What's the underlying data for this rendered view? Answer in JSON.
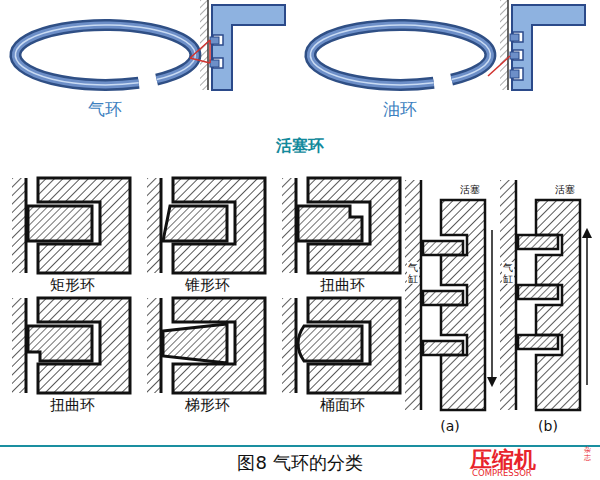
{
  "diagram": {
    "title": "活塞环",
    "caption": "图8 气环的分类",
    "labels": [
      "气环",
      "油环",
      "矩形环",
      "锥形环",
      "扭曲环",
      "扭曲环",
      "梯形环",
      "桶面环",
      "气缸",
      "活塞",
      "气缸",
      "活塞",
      "(a)",
      "(b)",
      "压缩机",
      "COMPRESSOR",
      "杂志"
    ]
  }
}
